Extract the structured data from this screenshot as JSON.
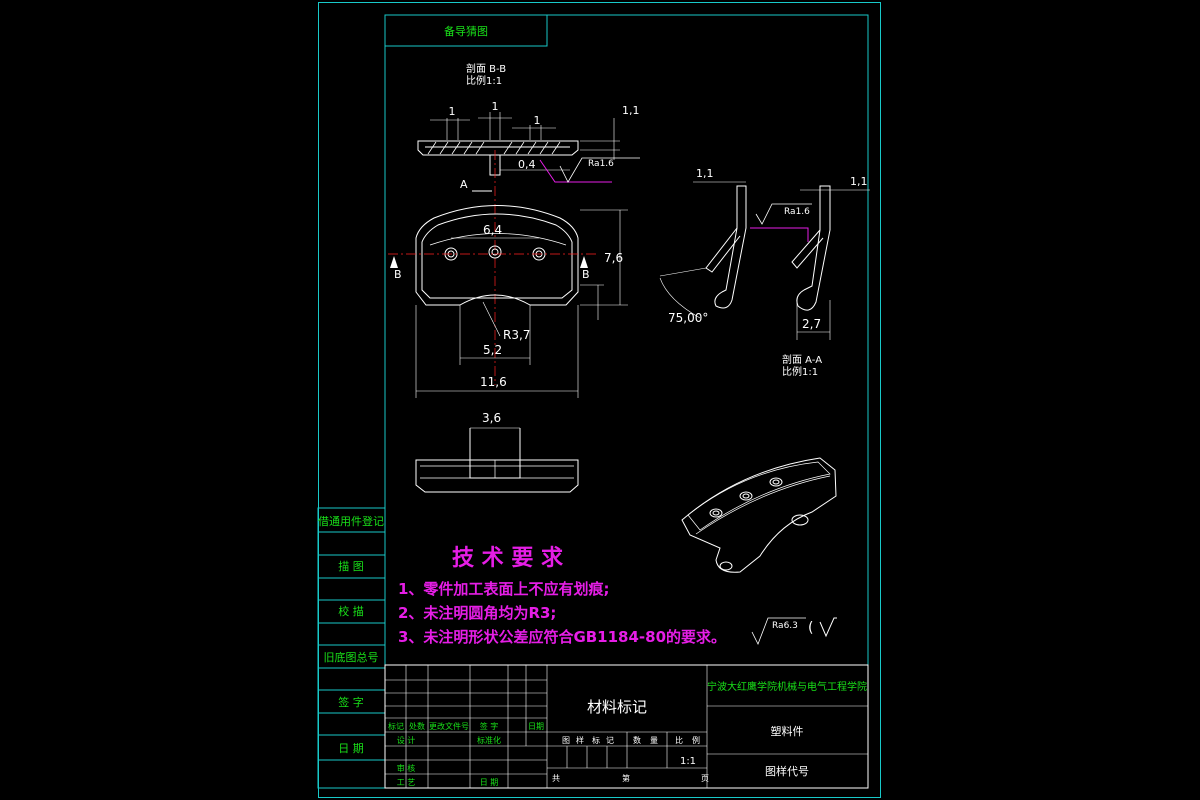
{
  "drawing": {
    "top_tag": "备导猜图",
    "section_bb_title": "剖面 B-B",
    "section_bb_scale": "比例1:1",
    "section_aa_title": "剖面 A-A",
    "section_aa_scale": "比例1:1",
    "dimensions": {
      "d1_left": "1",
      "d1_mid": "1",
      "d1_right": "1",
      "d_1_1_top": "1,1",
      "d_0_4": "0,4",
      "ra_top": "Ra1.6",
      "label_a": "A",
      "label_b_left": "B",
      "label_b_right": "B",
      "d_6_4": "6,4",
      "d_7_6": "7,6",
      "d_r3_7": "R3,7",
      "d_5_2": "5,2",
      "d_11_6": "11,6",
      "d_3_6": "3,6",
      "d_1_1_left": "1,1",
      "d_1_1_right": "1,1",
      "ra_side": "Ra1.6",
      "d_angle": "75,00°",
      "d_2_7": "2,7",
      "ra_general": "Ra6.3"
    }
  },
  "tech_requirements": {
    "title": "技 术 要 求",
    "items": [
      "1、零件加工表面上不应有划痕;",
      "2、未注明圆角均为R3;",
      "3、未注明形状公差应符合GB1184-80的要求。"
    ]
  },
  "left_strip": {
    "items": [
      "借通用件登记",
      "描    图",
      "校    描",
      "旧底图总号",
      "签    字",
      "日    期"
    ]
  },
  "title_block": {
    "material_label": "材料标记",
    "school": "宁波大红鹰学院机械与电气工程学院",
    "part_name": "塑料件",
    "drawing_code": "图样代号",
    "scale_value": "1:1",
    "row_labels": [
      "标记",
      "处数",
      "更改文件号",
      "签  字",
      "日期"
    ],
    "design": "设  计",
    "standardize": "标准化",
    "review": "审  核",
    "process": "工  艺",
    "date": "日  期",
    "stage_headers": [
      "图",
      "样",
      "标",
      "记",
      "数",
      "量",
      "比",
      "例"
    ],
    "sheet_total": "共",
    "sheet_num": "第",
    "sheet_page": "页"
  }
}
